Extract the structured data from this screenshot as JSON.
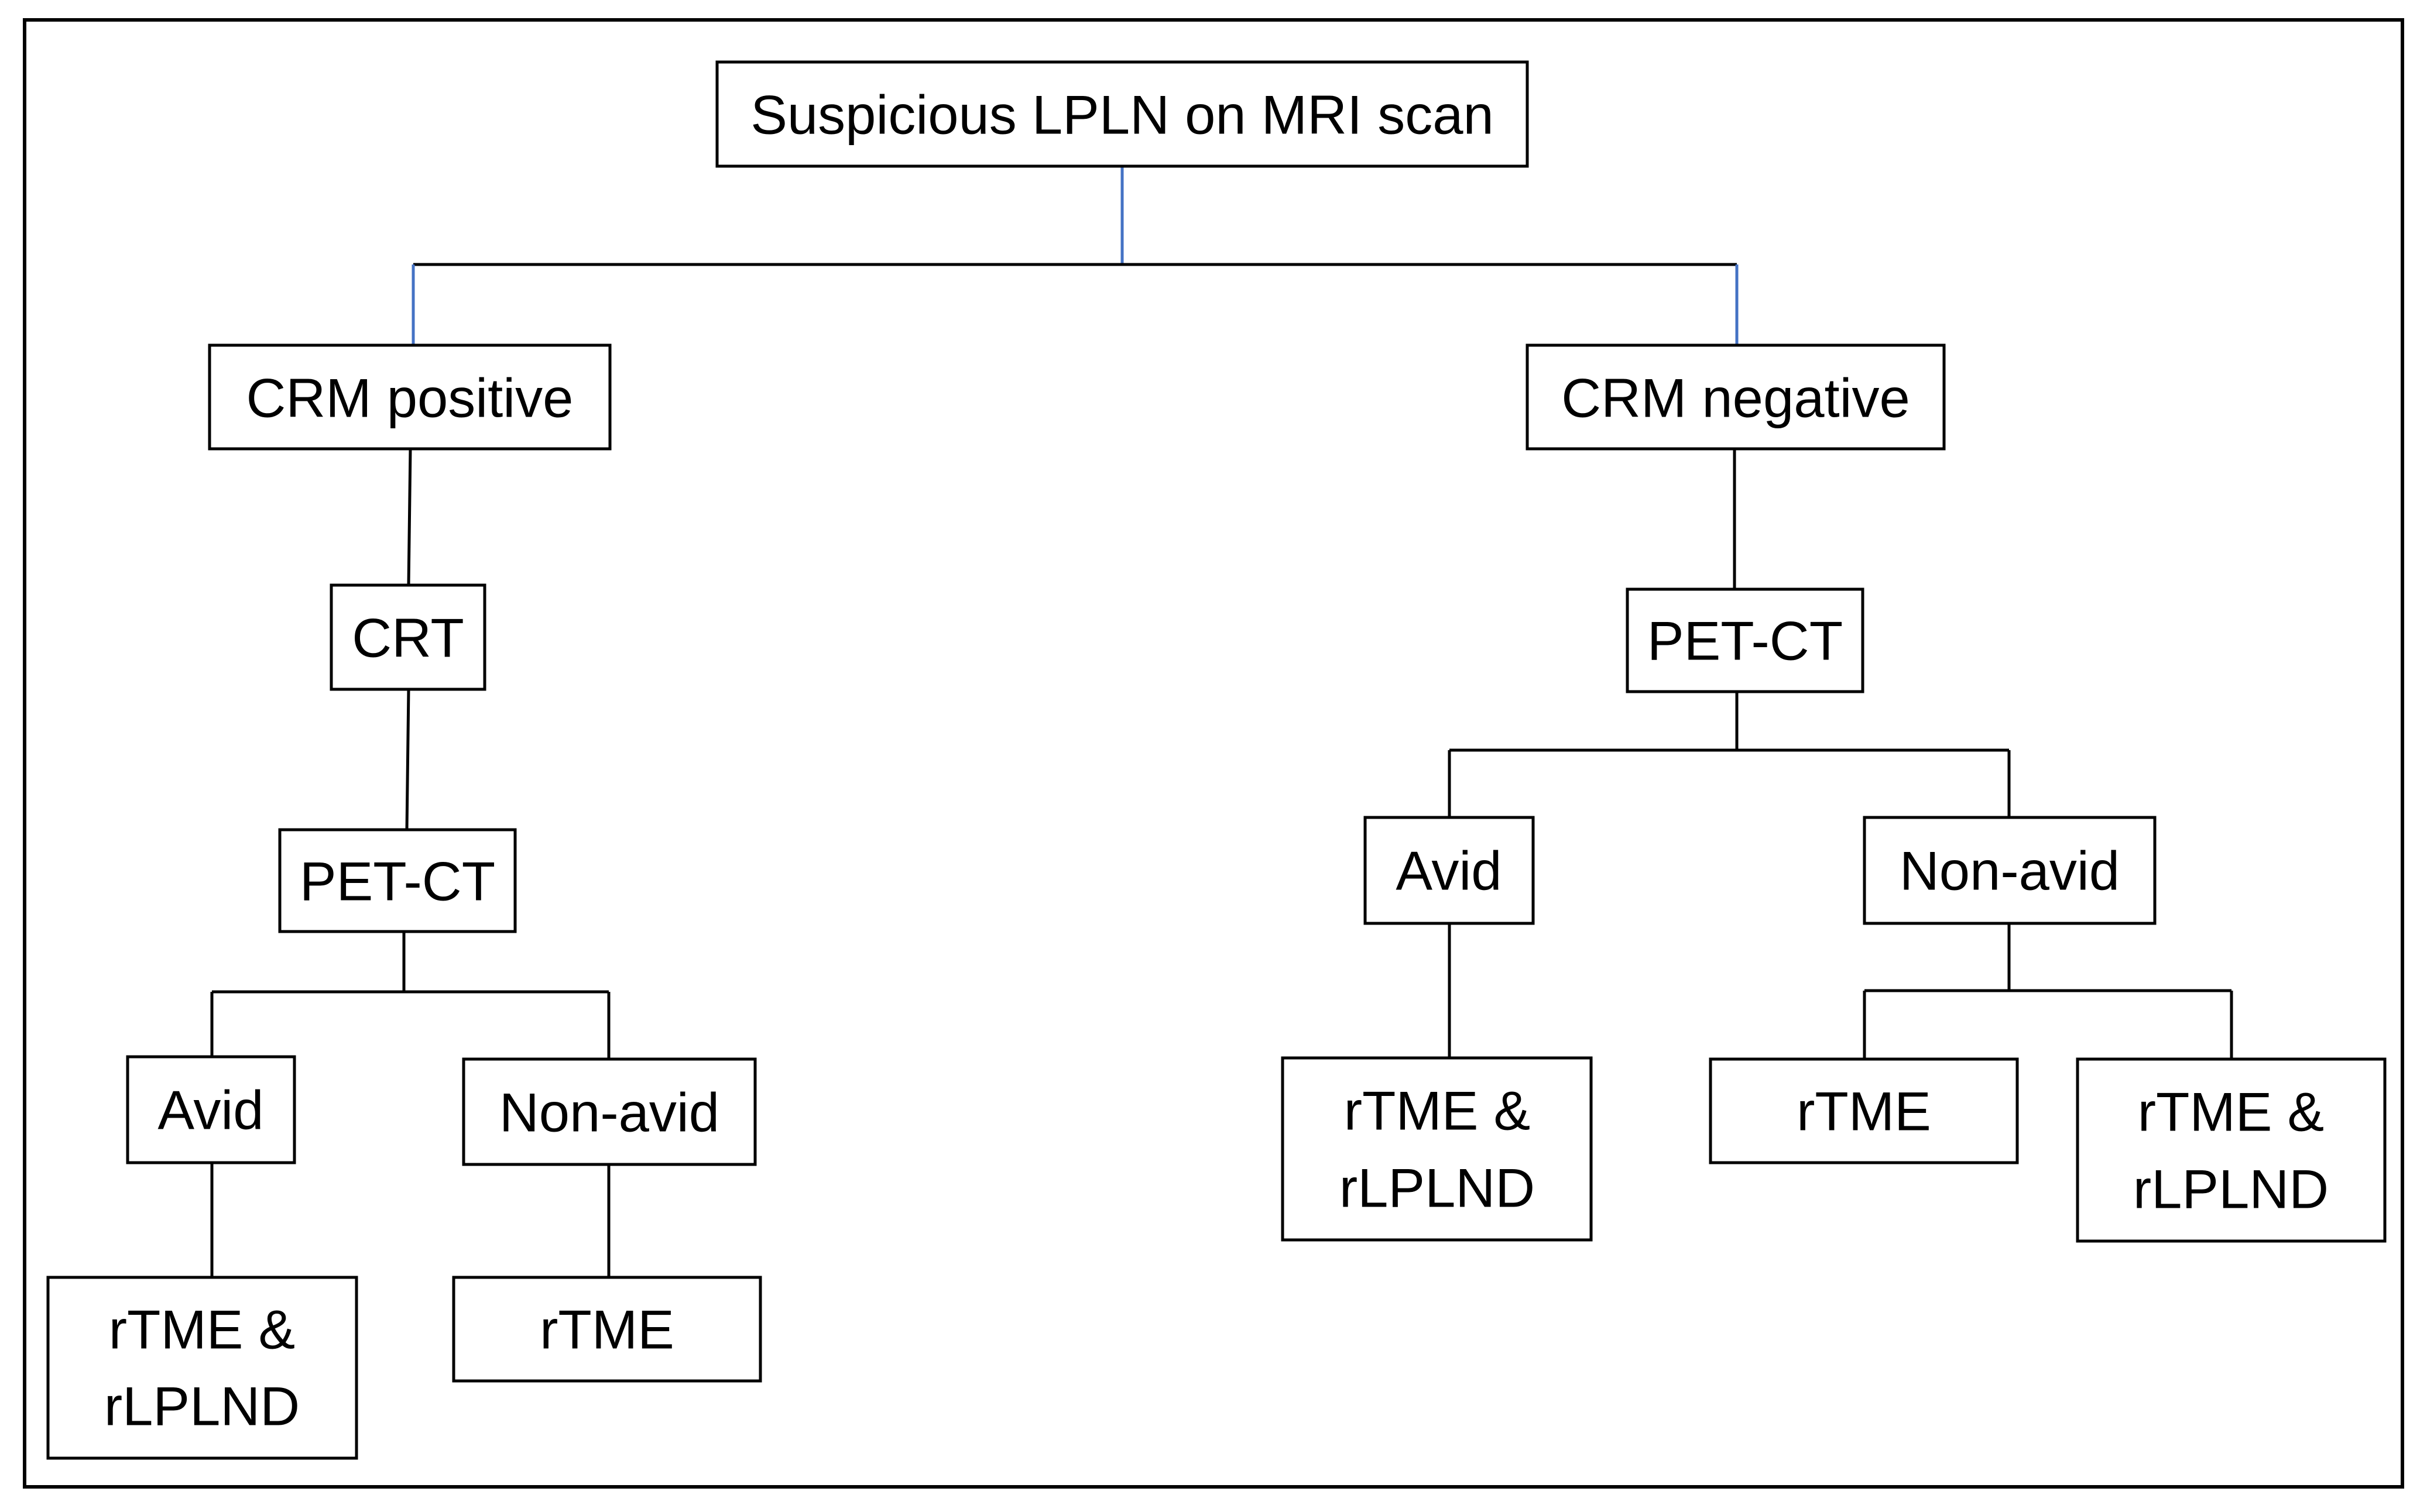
{
  "colors": {
    "box_border": "#000000",
    "connector": "#000000",
    "root_connector_accent": "#4472C4",
    "background": "#ffffff"
  },
  "nodes": {
    "root": "Suspicious LPLN on MRI scan",
    "crm_positive": "CRM positive",
    "crm_negative": "CRM negative",
    "pos_crt": "CRT",
    "pos_petct": "PET-CT",
    "pos_avid": "Avid",
    "pos_nonavid": "Non-avid",
    "pos_avid_result_line1": "rTME &",
    "pos_avid_result_line2": "rLPLND",
    "pos_nonavid_result": "rTME",
    "neg_petct": "PET-CT",
    "neg_avid": "Avid",
    "neg_nonavid": "Non-avid",
    "neg_avid_result_line1": "rTME &",
    "neg_avid_result_line2": "rLPLND",
    "neg_nonavid_result_a": "rTME",
    "neg_nonavid_result_b_line1": "rTME &",
    "neg_nonavid_result_b_line2": "rLPLND"
  }
}
